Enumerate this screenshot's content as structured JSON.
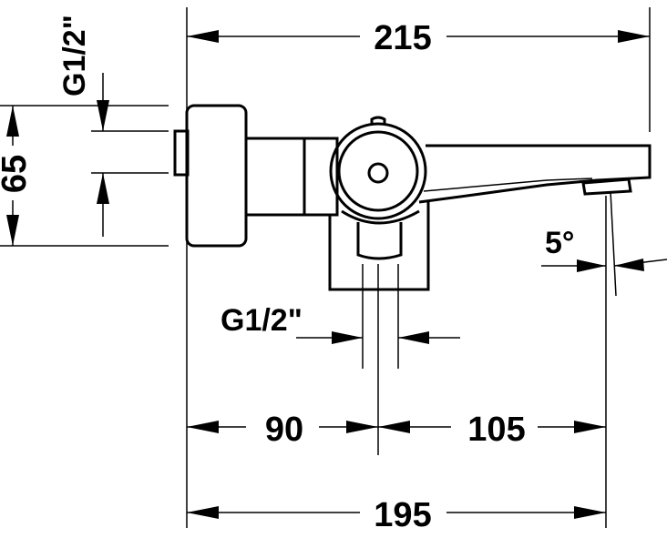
{
  "dimensions": {
    "overall_width": "215",
    "inlet_thread_top": "G1/2\"",
    "body_height": "65",
    "spout_angle": "5°",
    "outlet_thread": "G1/2\"",
    "left_to_center": "90",
    "center_to_spout": "105",
    "wall_to_spout": "195"
  },
  "colors": {
    "line": "#000000",
    "background": "#ffffff"
  }
}
